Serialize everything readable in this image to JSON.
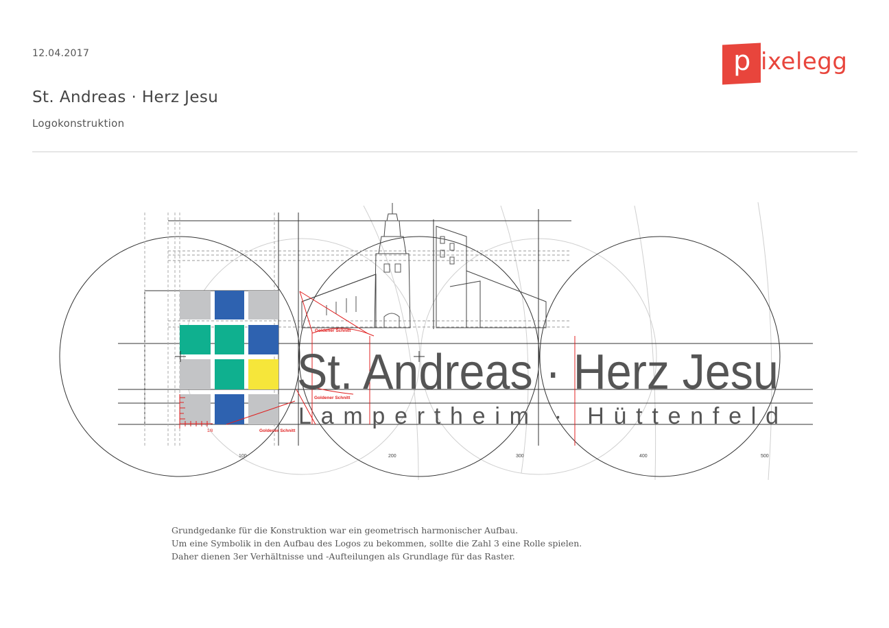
{
  "header": {
    "date": "12.04.2017",
    "title": "St. Andreas · Herz Jesu",
    "subtitle": "Logokonstruktion"
  },
  "brand": {
    "logo_initial": "p",
    "logo_rest": "ixelegg",
    "color": "#e8453c"
  },
  "construction": {
    "wordmark_line1": "St. Andreas · Herz Jesu",
    "wordmark_line2": "Lampertheim · Hüttenfeld",
    "annotation_golden": "Goldener Schnitt",
    "annotation_fraction": "1/8",
    "scale_labels": [
      "100",
      "200",
      "300",
      "400",
      "500"
    ],
    "cross_colors": {
      "blue": "#2e62b0",
      "green": "#0fb08f",
      "yellow": "#f6e63a",
      "gray": "#c3c4c6"
    }
  },
  "description": {
    "lines": [
      "Grundgedanke für die Konstruktion war ein geometrisch harmonischer Aufbau.",
      "Um eine Symbolik in den Aufbau des Logos zu bekommen, sollte die Zahl 3 eine Rolle spielen.",
      "Daher dienen 3er Verhältnisse und -Aufteilungen als Grundlage für das Raster."
    ]
  }
}
